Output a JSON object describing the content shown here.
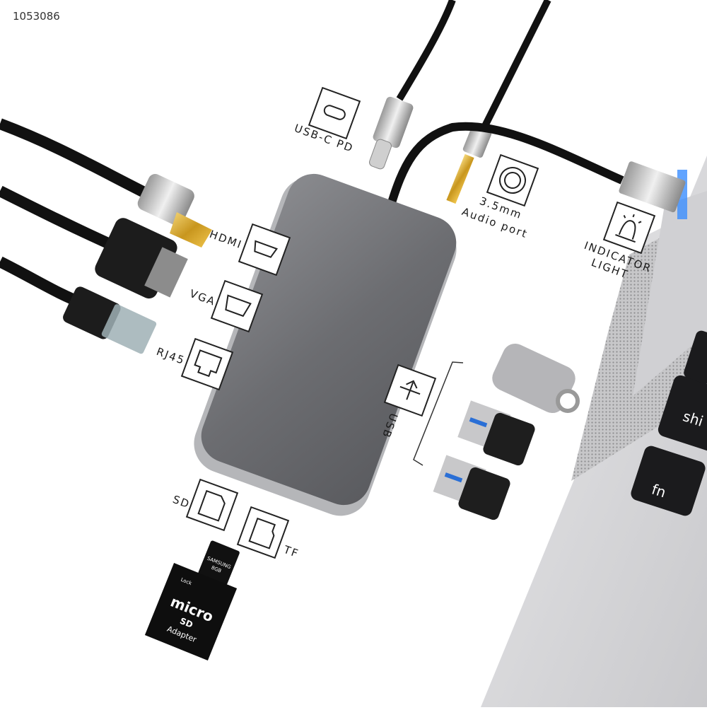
{
  "product_id": "1053086",
  "ports": {
    "usb_c_pd": "USB-C PD",
    "audio_line1": "3.5mm",
    "audio_line2": "Audio port",
    "indicator_line1": "INDICATOR",
    "indicator_line2": "LIGHT",
    "hdmi": "HDMI",
    "vga": "VGA",
    "rj45": "RJ45",
    "usb": "USB",
    "sd": "SD",
    "tf": "TF"
  },
  "keyboard": {
    "shift_partial": "shi",
    "fn": "fn"
  },
  "cards": {
    "microsd_brand": "SAMSUNG",
    "microsd_size": "8GB",
    "adapter_lock": "Lock",
    "adapter_logo_top": "micro",
    "adapter_logo_bottom": "SD",
    "adapter_caption": "Adapter"
  },
  "colors": {
    "hub_body": "#6e6f73",
    "cable": "#111111",
    "indicator_glow": "#3a8dff",
    "laptop": "#d9d9db"
  }
}
